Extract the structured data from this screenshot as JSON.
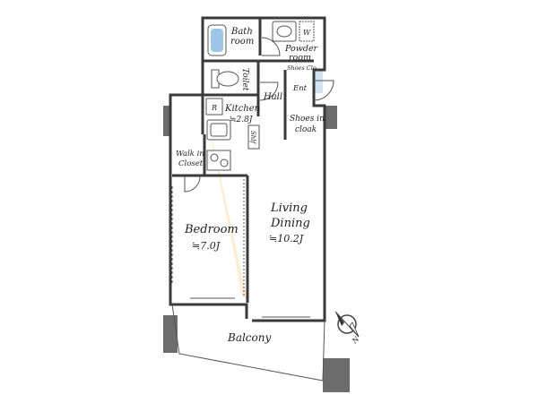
{
  "colors": {
    "wet_area": "#cfe3f2",
    "living": "#f8e8cf",
    "bedroom": "#fbedd6",
    "kitchen": "#f8e8cf",
    "closet": "#dccfb6",
    "shoes_cloak": "#dccfb6",
    "balcony": "#ffffff",
    "wall": "#3a3a3a",
    "column_hatch": "#6c6c6c",
    "fixture_fill": "#9fc6e4"
  },
  "rooms": {
    "bath": {
      "line1": "Bath",
      "line2": "room"
    },
    "powder": {
      "line1": "Powder",
      "line2": "room",
      "w_mark": "W"
    },
    "toilet": {
      "label": "Toilet"
    },
    "shoes_closet": {
      "label": "Shoes Clo"
    },
    "hall": {
      "label": "Hall"
    },
    "ent": {
      "label": "Ent"
    },
    "kitchen": {
      "label": "Kitchen",
      "area": "≒2.8J",
      "fridge_mark": "R"
    },
    "shoes_cloak": {
      "line1": "Shoes in",
      "line2": "cloak"
    },
    "shelf": {
      "label": "Shlf"
    },
    "walk_in_closet": {
      "line1": "Walk in",
      "line2": "Closet"
    },
    "living_dining": {
      "line1": "Living",
      "line2": "Dining",
      "area": "≒10.2J"
    },
    "bedroom": {
      "label": "Bedroom",
      "area": "≒7.0J"
    },
    "balcony": {
      "label": "Balcony"
    }
  },
  "compass": {
    "north_label": "N"
  },
  "icons": {
    "bathtub": "bathtub-icon",
    "sink": "sink-icon",
    "toilet": "toilet-icon",
    "kitchen_sink": "kitchen-sink-icon",
    "stove": "stove-icon",
    "compass": "compass-icon"
  }
}
